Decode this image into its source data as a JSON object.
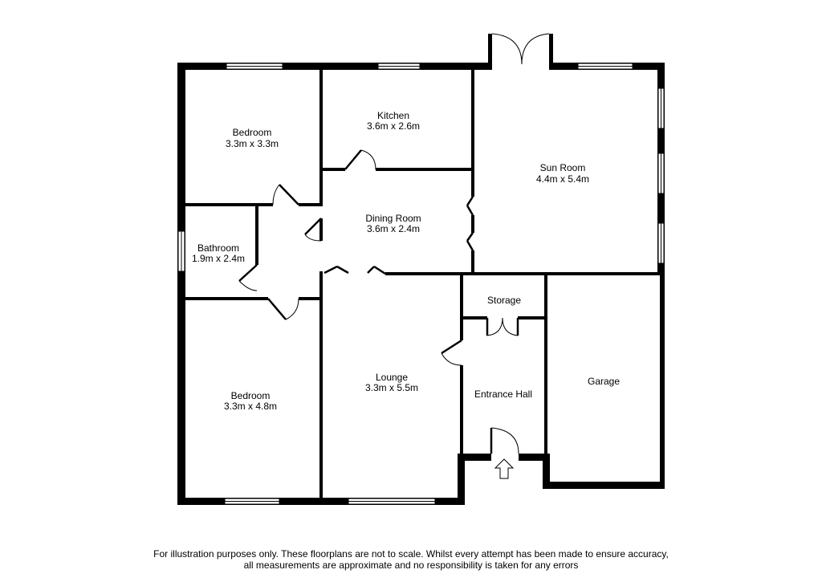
{
  "rooms": {
    "bedroom1": {
      "name": "Bedroom",
      "size": "3.3m x 3.3m"
    },
    "kitchen": {
      "name": "Kitchen",
      "size": "3.6m x 2.6m"
    },
    "sun_room": {
      "name": "Sun Room",
      "size": "4.4m x 5.4m"
    },
    "dining_room": {
      "name": "Dining Room",
      "size": "3.6m x 2.4m"
    },
    "bathroom": {
      "name": "Bathroom",
      "size": "1.9m x 2.4m"
    },
    "storage": {
      "name": "Storage"
    },
    "lounge": {
      "name": "Lounge",
      "size": "3.3m x 5.5m"
    },
    "bedroom2": {
      "name": "Bedroom",
      "size": "3.3m x 4.8m"
    },
    "entrance_hall": {
      "name": "Entrance Hall"
    },
    "garage": {
      "name": "Garage"
    }
  },
  "disclaimer": {
    "line1": "For illustration purposes only. These floorplans are not to scale. Whilst every attempt has been made to ensure accuracy,",
    "line2": "all measurements are approximate and no responsibility is taken for any errors"
  }
}
